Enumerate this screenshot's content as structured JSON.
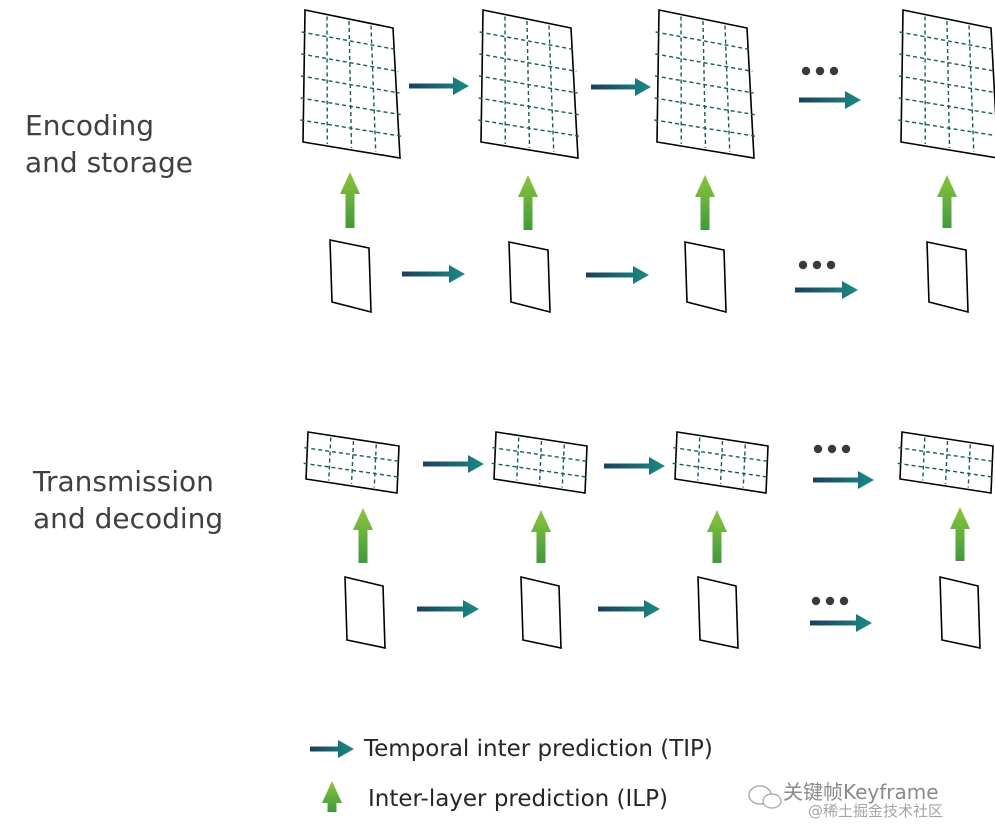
{
  "sections": {
    "top_label_line1": "Encoding",
    "top_label_line2": "and storage",
    "bottom_label_line1": "Transmission",
    "bottom_label_line2": "and decoding"
  },
  "ellipsis": "•••",
  "legend": {
    "tip": "Temporal inter prediction (TIP)",
    "ilp": "Inter-layer prediction (ILP)"
  },
  "watermark": {
    "line1": "关键帧Keyframe",
    "line2": "@稀土掘金技术社区"
  },
  "colors": {
    "tip_arrow_start": "#1d3f5b",
    "tip_arrow_end": "#1b8a86",
    "ilp_arrow_top": "#8cc43f",
    "ilp_arrow_bottom": "#3f9a3c",
    "grid_line": "#1a5b5b",
    "frame_border": "#000000",
    "label_text": "#404040"
  }
}
